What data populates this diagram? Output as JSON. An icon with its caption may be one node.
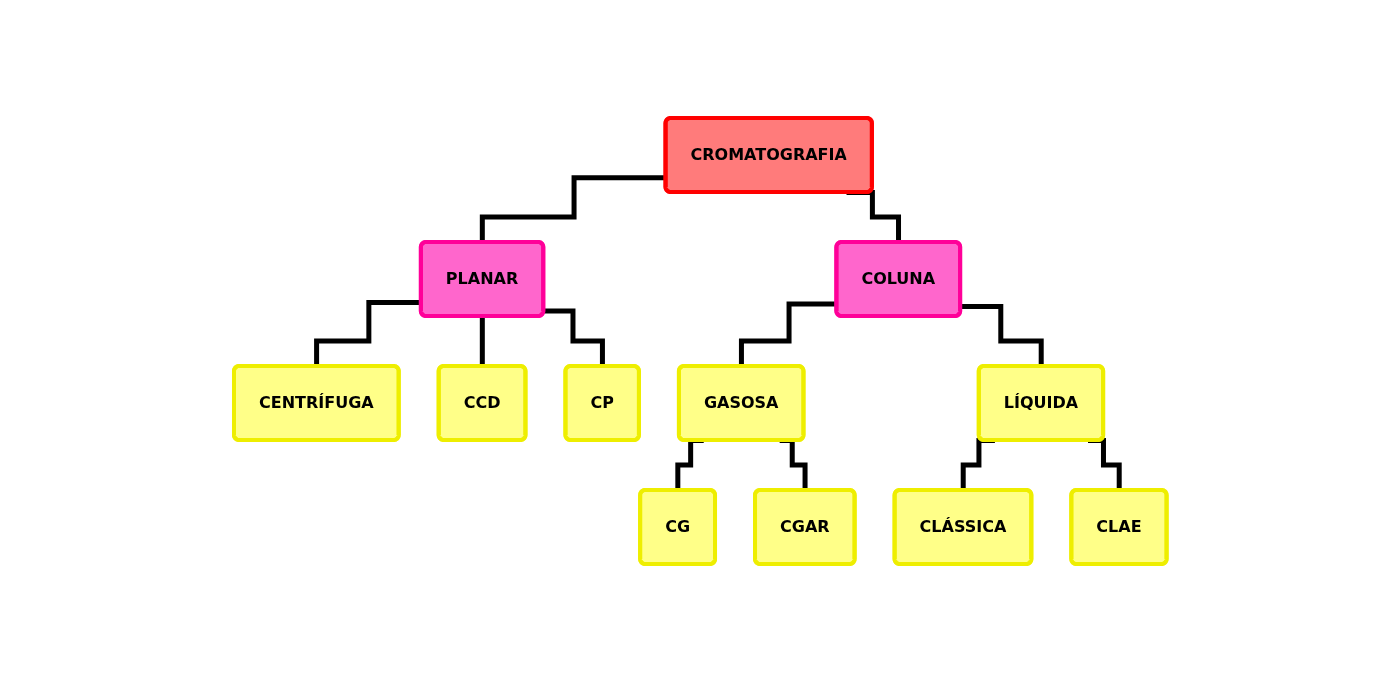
{
  "diagram": {
    "nodes": [
      {
        "text": [
          "CROMATOGRAFIA"
        ]
      },
      {
        "text": [
          "PLANAR"
        ]
      },
      {
        "text": [
          "COLUNA"
        ]
      },
      {
        "text": [
          "CENTRÍFUGA"
        ]
      },
      {
        "text": [
          "CCD"
        ]
      },
      {
        "text": [
          "GASOSA"
        ]
      },
      {
        "text": [
          "LÍQUIDA"
        ]
      },
      {
        "text": [
          "CP"
        ]
      },
      {
        "text": [
          "CG"
        ]
      },
      {
        "text": [
          "CGAR"
        ]
      },
      {
        "text": [
          "CLÁSSICA"
        ]
      },
      {
        "text": [
          "CLAE"
        ]
      }
    ],
    "edges": [
      {
        "from": 0,
        "to": 1,
        "arrow": "none"
      },
      {
        "from": 0,
        "to": 2,
        "arrow": "none"
      },
      {
        "from": 1,
        "to": 3,
        "arrow": "none"
      },
      {
        "from": 1,
        "to": 4,
        "arrow": "none"
      },
      {
        "from": 1,
        "to": 7,
        "arrow": "none"
      },
      {
        "from": 2,
        "to": 5,
        "arrow": "none"
      },
      {
        "from": 2,
        "to": 6,
        "arrow": "none"
      },
      {
        "from": 5,
        "to": 8,
        "arrow": "none"
      },
      {
        "from": 5,
        "to": 9,
        "arrow": "none"
      },
      {
        "from": 6,
        "to": 10,
        "arrow": "none"
      },
      {
        "from": 6,
        "to": 11,
        "arrow": "none"
      }
    ]
  }
}
